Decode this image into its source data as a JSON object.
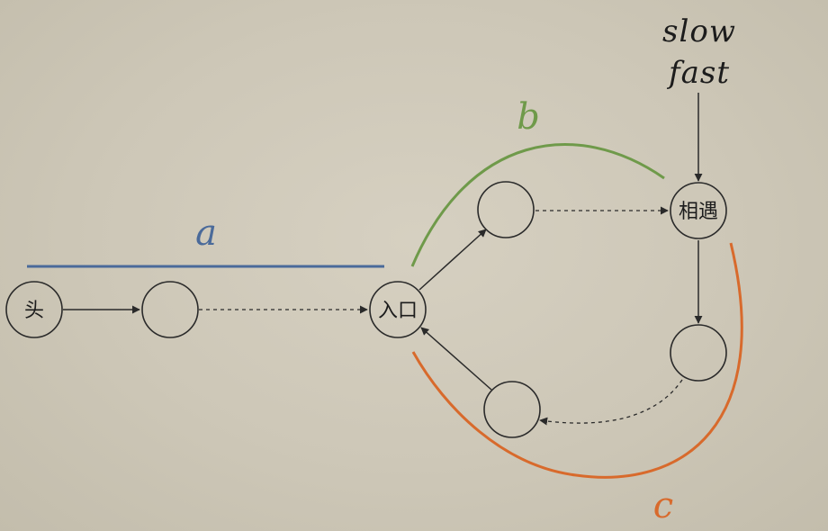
{
  "nodes": {
    "head": "头",
    "entrance": "入口",
    "meeting": "相遇"
  },
  "segments": {
    "a": {
      "label": "a",
      "color": "#4a6a9a"
    },
    "b": {
      "label": "b",
      "color": "#6f9a4a"
    },
    "c": {
      "label": "c",
      "color": "#d86a2c"
    }
  },
  "pointers": {
    "slow": "slow",
    "fast": "fast"
  },
  "colors": {
    "stroke": "#2a2a2a"
  }
}
